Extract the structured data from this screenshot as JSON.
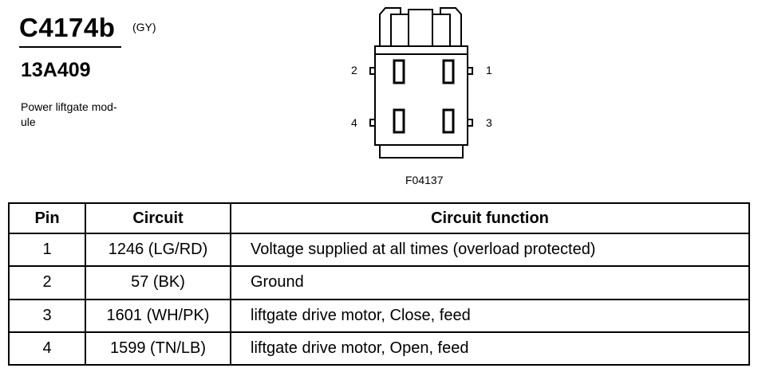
{
  "header": {
    "connector_id": "C4174b",
    "color_code": "(GY)",
    "part_number": "13A409",
    "description": "Power liftgate mod-\nule"
  },
  "figure": {
    "pin_labels": {
      "p1": "1",
      "p2": "2",
      "p3": "3",
      "p4": "4"
    },
    "figure_id": "F04137"
  },
  "table": {
    "headers": {
      "pin": "Pin",
      "circuit": "Circuit",
      "function": "Circuit function"
    },
    "rows": [
      {
        "pin": "1",
        "circuit": "1246 (LG/RD)",
        "function": "Voltage supplied at all times (overload protected)"
      },
      {
        "pin": "2",
        "circuit": "57 (BK)",
        "function": "Ground"
      },
      {
        "pin": "3",
        "circuit": "1601 (WH/PK)",
        "function": "liftgate drive motor, Close, feed"
      },
      {
        "pin": "4",
        "circuit": "1599 (TN/LB)",
        "function": "liftgate drive motor, Open, feed"
      }
    ]
  }
}
